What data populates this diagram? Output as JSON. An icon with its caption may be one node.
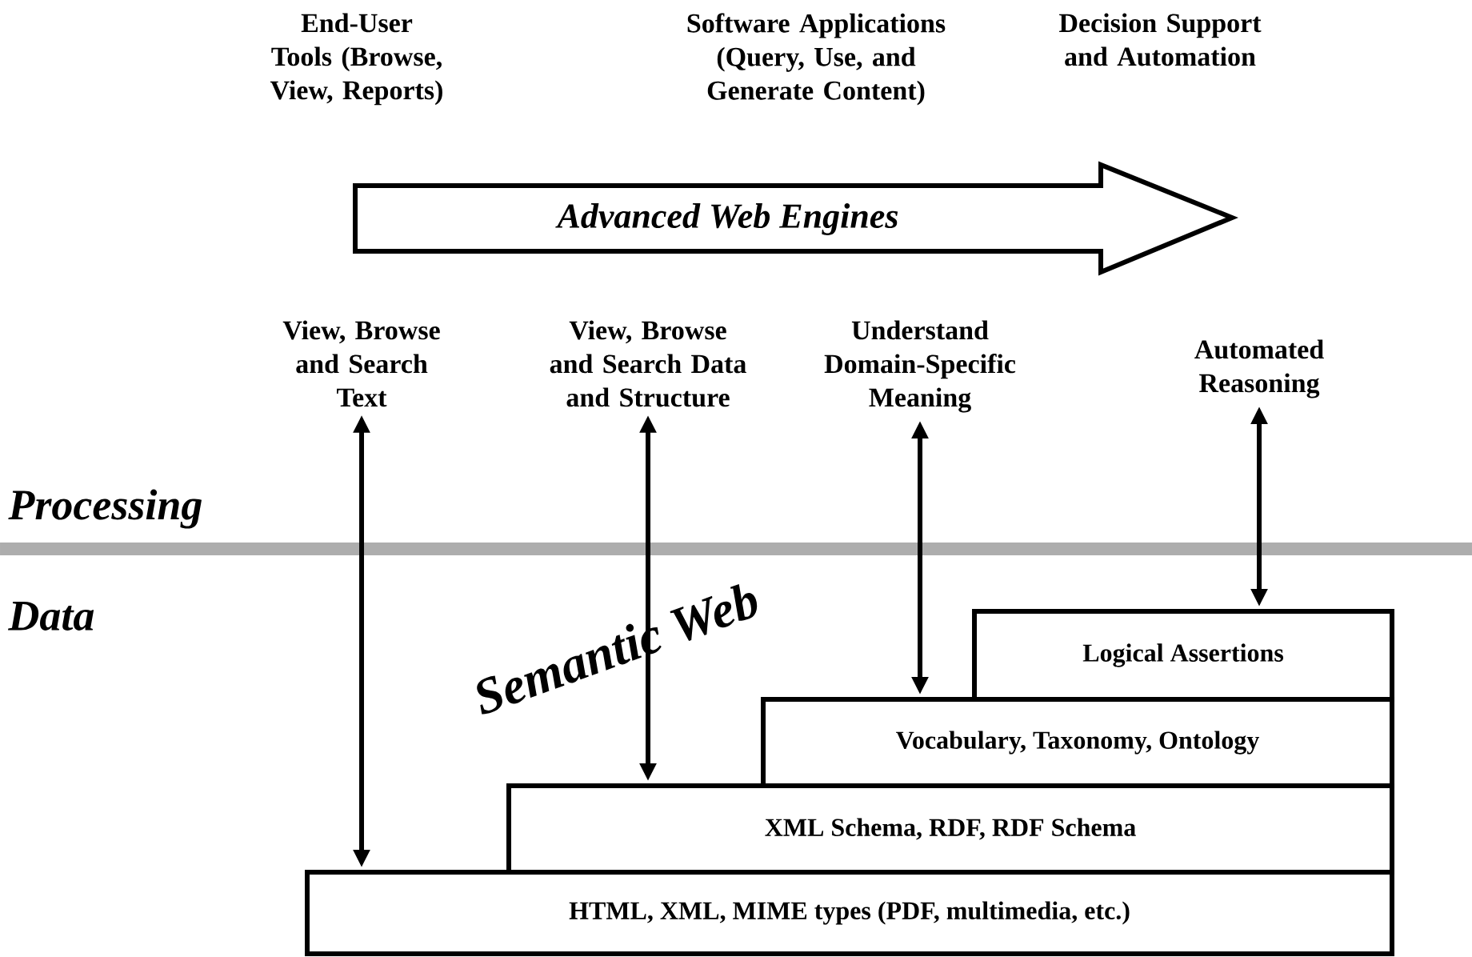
{
  "diagram": {
    "nodes": [
      {
        "text": [
          "Advanced Web Engines"
        ]
      },
      {
        "text": [
          "View, Browse and Search Text"
        ]
      },
      {
        "text": [
          "View, Browse and Search Data and Structure"
        ]
      },
      {
        "text": [
          "Understand Domain-Specific Meaning"
        ]
      },
      {
        "text": [
          "Automated Reasoning"
        ]
      },
      {
        "text": [
          "Logical Assertions"
        ]
      },
      {
        "text": [
          "Vocabulary, Taxonomy, Ontology"
        ]
      },
      {
        "text": [
          "XML Schema, RDF, RDF Schema"
        ]
      },
      {
        "text": [
          "HTML, XML, MIME types (PDF, multimedia, etc.)"
        ]
      }
    ],
    "edges": [
      {
        "from": 1,
        "to": 8,
        "arrow": "both"
      },
      {
        "from": 2,
        "to": 7,
        "arrow": "both"
      },
      {
        "from": 3,
        "to": 6,
        "arrow": "both"
      },
      {
        "from": 4,
        "to": 5,
        "arrow": "both"
      }
    ],
    "labels": [
      "End-User Tools (Browse, View, Reports)",
      "Software Applications (Query, Use, and Generate Content)",
      "Decision Support and Automation",
      "Processing",
      "Data",
      "Semantic Web"
    ]
  }
}
